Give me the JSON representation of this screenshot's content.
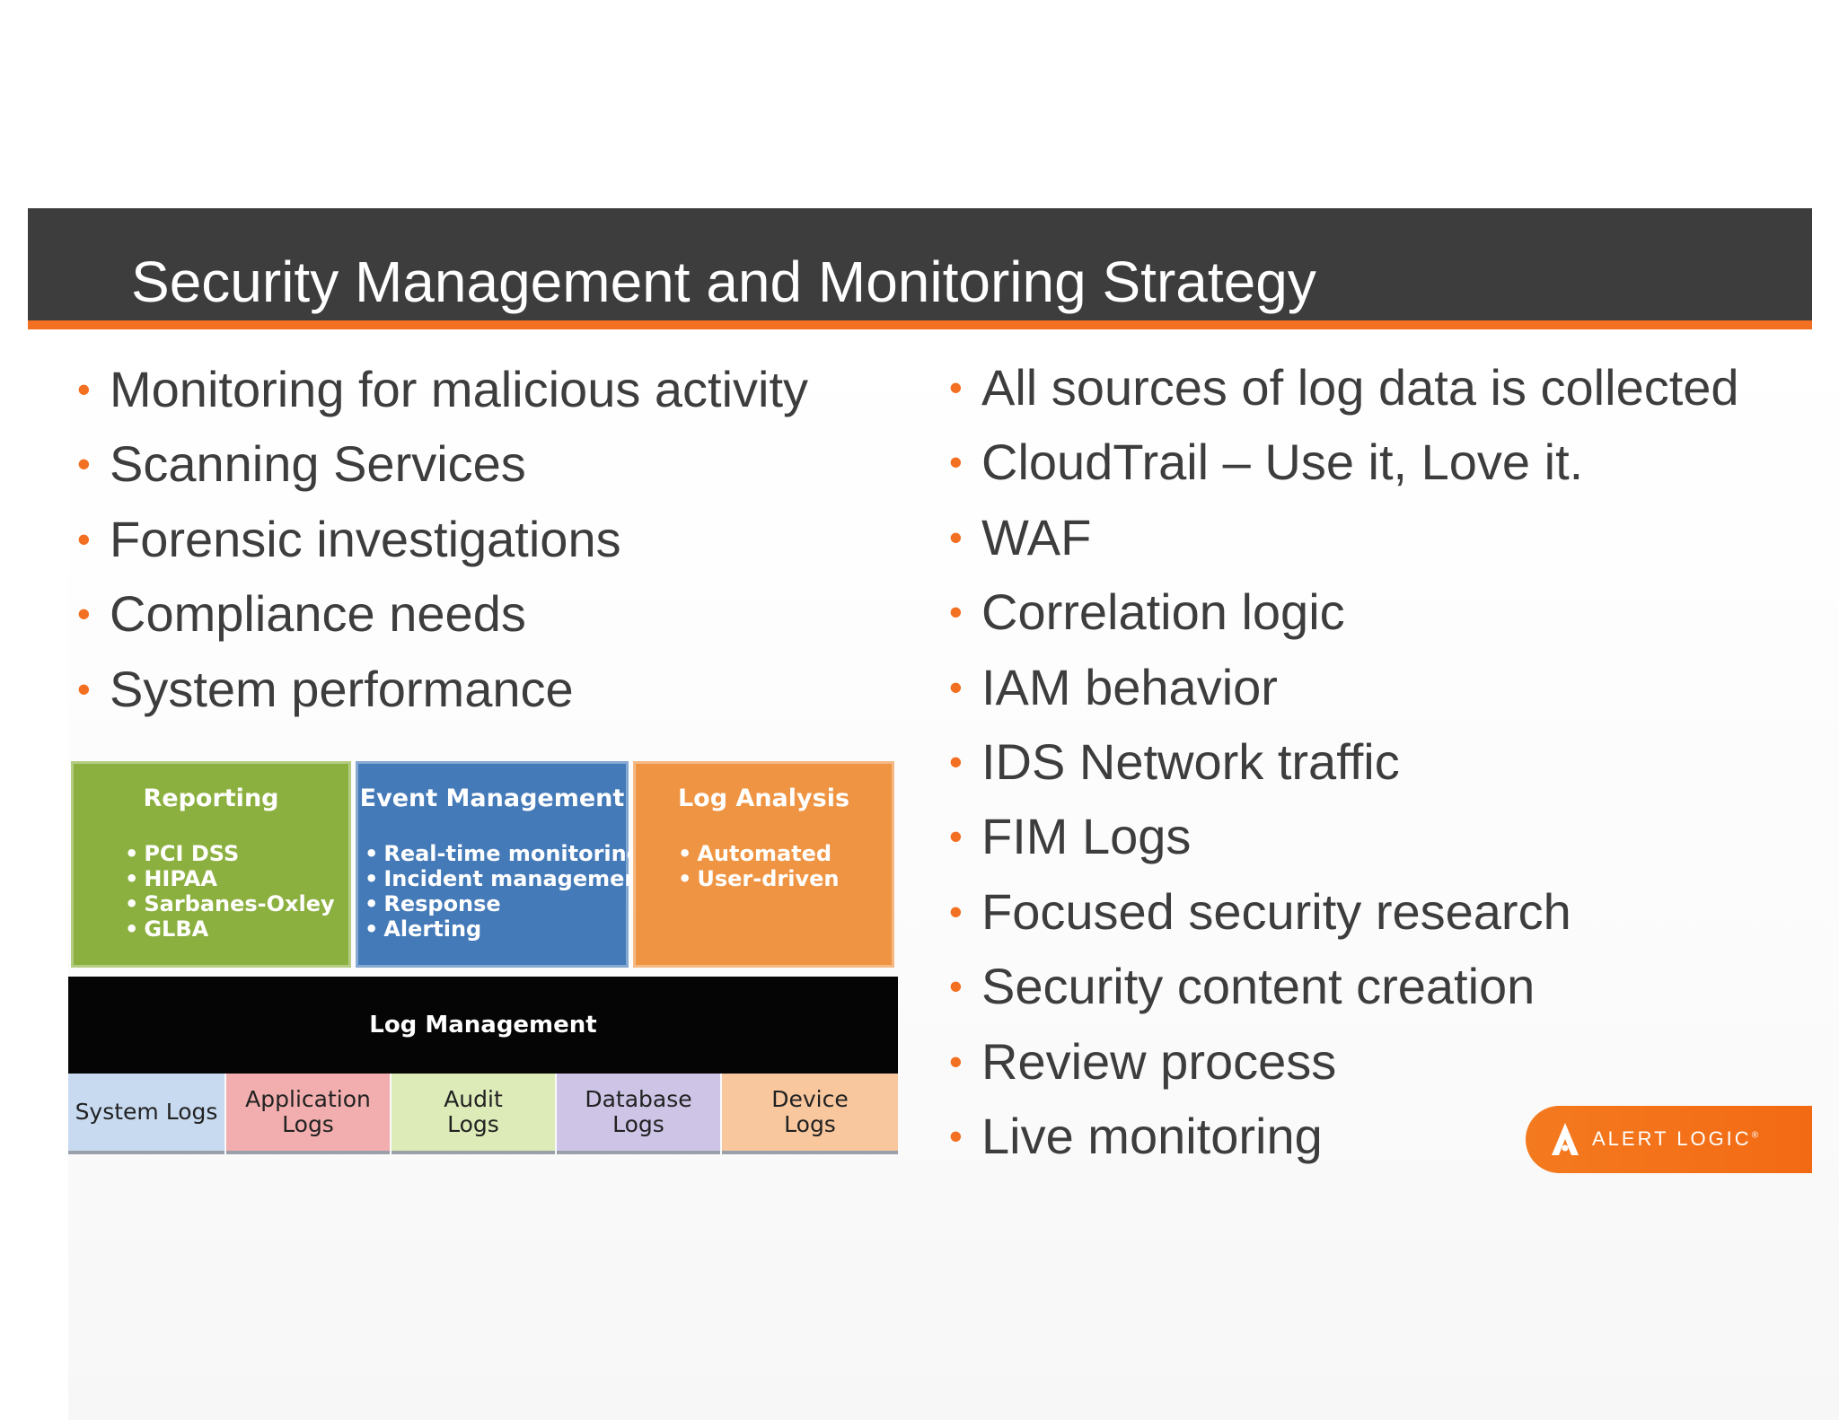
{
  "slide": {
    "title": "Security Management and Monitoring Strategy",
    "accent_color": "#f36f21",
    "title_bar_color": "#3d3d3d"
  },
  "left_bullets": [
    "Monitoring for malicious activity",
    "Scanning Services",
    "Forensic investigations",
    "Compliance needs",
    "System performance"
  ],
  "right_bullets": [
    "All sources of log data is collected",
    "CloudTrail – Use it, Love it.",
    "WAF",
    "Correlation logic",
    "IAM behavior",
    "IDS Network traffic",
    "FIM Logs",
    "Focused security research",
    "Security content creation",
    "Review process",
    "Live monitoring"
  ],
  "bullet_char": "•",
  "diagram": {
    "categories": [
      {
        "title": "Reporting",
        "items": [
          "PCI DSS",
          "HIPAA",
          "Sarbanes-Oxley",
          "GLBA"
        ],
        "color": "#8cb040"
      },
      {
        "title": "Event Management",
        "items": [
          "Real-time monitoring",
          "Incident management",
          "Response",
          "Alerting"
        ],
        "color": "#447ab8"
      },
      {
        "title": "Log Analysis",
        "items": [
          "Automated",
          "User-driven"
        ],
        "color": "#ef9442"
      }
    ],
    "log_management": "Log Management",
    "sources": [
      {
        "label": "System Logs",
        "color": "#c8daf0"
      },
      {
        "label": "Application\nLogs",
        "color": "#f2aeae"
      },
      {
        "label": "Audit\nLogs",
        "color": "#dcebb8"
      },
      {
        "label": "Database\nLogs",
        "color": "#cdc4e6"
      },
      {
        "label": "Device\nLogs",
        "color": "#f8c79e"
      }
    ]
  },
  "logo": {
    "text": "ALERT LOGIC",
    "mark": "®",
    "icon": "alert-logic-a-icon"
  }
}
